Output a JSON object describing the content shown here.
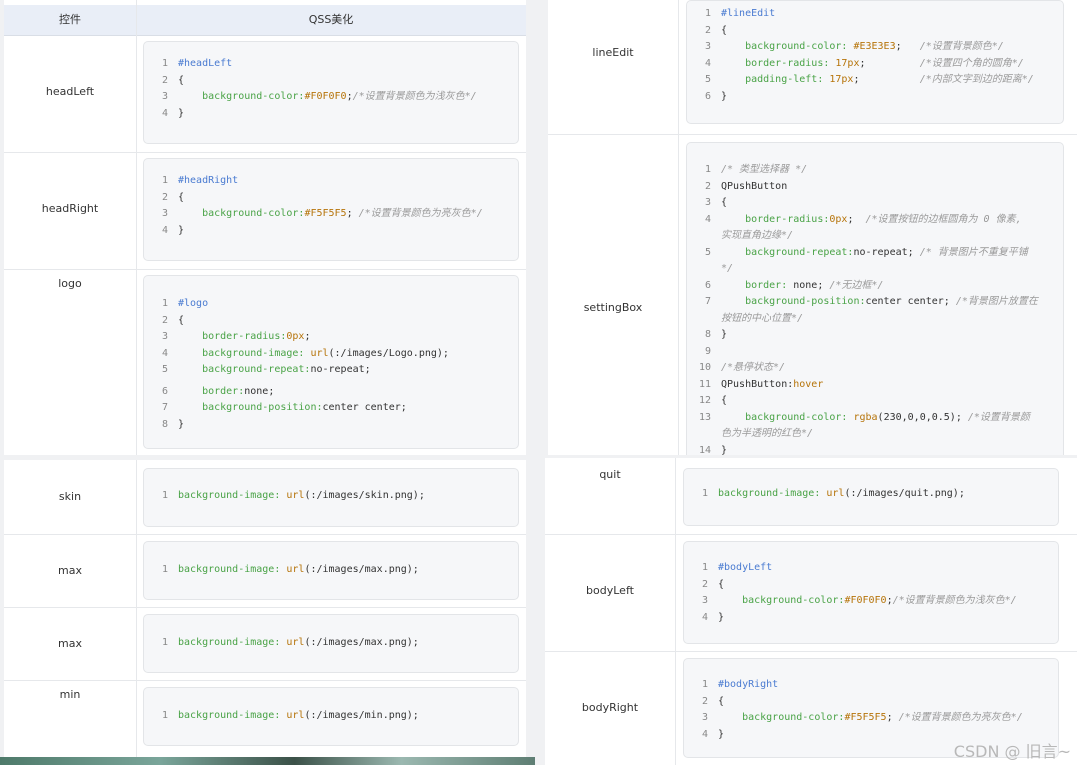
{
  "table_header": {
    "col_widget": "控件",
    "col_qss": "QSS美化"
  },
  "panels": {
    "top_left": {
      "rows": [
        {
          "name": "headLeft",
          "lines": [
            [
              [
                "#headLeft",
                "sel"
              ]
            ],
            [
              [
                "{",
                ""
              ]
            ],
            [
              [
                "    background-color:",
                "prop"
              ],
              [
                "#F0F0F0",
                "val"
              ],
              [
                ";",
                ""
              ],
              [
                "/*设置背景颜色为浅灰色*/",
                "com"
              ]
            ],
            [
              [
                "}",
                ""
              ]
            ]
          ]
        },
        {
          "name": "headRight",
          "lines": [
            [
              [
                "#headRight",
                "sel"
              ]
            ],
            [
              [
                "{",
                ""
              ]
            ],
            [
              [
                "    background-color:",
                "prop"
              ],
              [
                "#F5F5F5",
                "val"
              ],
              [
                "; ",
                ""
              ],
              [
                "/*设置背景颜色为亮灰色*/",
                "com"
              ]
            ],
            [
              [
                "}",
                ""
              ]
            ]
          ]
        },
        {
          "name": "logo",
          "lines": [
            [
              [
                "#logo",
                "sel"
              ]
            ],
            [
              [
                "{",
                ""
              ]
            ],
            [
              [
                "    border-radius:",
                "prop"
              ],
              [
                "0px",
                "val"
              ],
              [
                ";",
                ""
              ]
            ],
            [
              [
                "    background-image: ",
                "prop"
              ],
              [
                "url",
                "val"
              ],
              [
                "(:/images/Logo.png);",
                ""
              ]
            ],
            [
              [
                "    background-repeat:",
                "prop"
              ],
              [
                "no-repeat;",
                ""
              ]
            ],
            [
              [
                "    border:",
                "prop"
              ],
              [
                "none;",
                ""
              ]
            ],
            [
              [
                "    background-position:",
                "prop"
              ],
              [
                "center center;",
                ""
              ]
            ],
            [
              [
                "}",
                ""
              ]
            ]
          ]
        }
      ]
    },
    "top_right": {
      "rows": [
        {
          "name": "lineEdit",
          "lines": [
            [
              [
                "#lineEdit",
                "sel"
              ]
            ],
            [
              [
                "{",
                ""
              ]
            ],
            [
              [
                "    background-color: ",
                "prop"
              ],
              [
                "#E3E3E3",
                "val"
              ],
              [
                ";   ",
                ""
              ],
              [
                "/*设置背景颜色*/",
                "com"
              ]
            ],
            [
              [
                "    border-radius: ",
                "prop"
              ],
              [
                "17px",
                "val"
              ],
              [
                ";         ",
                ""
              ],
              [
                "/*设置四个角的圆角*/",
                "com"
              ]
            ],
            [
              [
                "    padding-left: ",
                "prop"
              ],
              [
                "17px",
                "val"
              ],
              [
                ";          ",
                ""
              ],
              [
                "/*内部文字到边的距离*/",
                "com"
              ]
            ],
            [
              [
                "}",
                ""
              ]
            ]
          ]
        },
        {
          "name": "settingBox",
          "lines": [
            [
              [
                "/* 类型选择器 */",
                "com"
              ]
            ],
            [
              [
                "QPushButton",
                ""
              ]
            ],
            [
              [
                "{",
                ""
              ]
            ],
            [
              [
                "    border-radius:",
                "prop"
              ],
              [
                "0px",
                "val"
              ],
              [
                ";  ",
                ""
              ],
              [
                "/*设置按钮的边框圆角为 0 像素,",
                "com"
              ]
            ],
            [
              [
                "实现直角边缘*/",
                "com"
              ]
            ],
            [
              [
                "    background-repeat:",
                "prop"
              ],
              [
                "no-repeat; ",
                ""
              ],
              [
                "/* 背景图片不重复平铺",
                "com"
              ]
            ],
            [
              [
                "*/",
                "com"
              ]
            ],
            [
              [
                "    border: ",
                "prop"
              ],
              [
                "none; ",
                ""
              ],
              [
                "/*无边框*/",
                "com"
              ]
            ],
            [
              [
                "    background-position:",
                "prop"
              ],
              [
                "center center; ",
                ""
              ],
              [
                "/*背景图片放置在",
                "com"
              ]
            ],
            [
              [
                "按钮的中心位置*/",
                "com"
              ]
            ],
            [
              [
                "}",
                ""
              ]
            ],
            [
              [
                "",
                ""
              ]
            ],
            [
              [
                "/*悬停状态*/",
                "com"
              ]
            ],
            [
              [
                "QPushButton:",
                ""
              ],
              [
                "hover",
                "val"
              ]
            ],
            [
              [
                "{",
                ""
              ]
            ],
            [
              [
                "    background-color: ",
                "prop"
              ],
              [
                "rgba",
                "val"
              ],
              [
                "(230,0,0,0.5); ",
                ""
              ],
              [
                "/*设置背景颜",
                "com"
              ]
            ],
            [
              [
                "色为半透明的红色*/",
                "com"
              ]
            ],
            [
              [
                "}",
                ""
              ]
            ]
          ]
        }
      ]
    },
    "bottom_left": {
      "rows": [
        {
          "name": "skin",
          "lines": [
            [
              [
                "background-image: ",
                "prop"
              ],
              [
                "url",
                "val"
              ],
              [
                "(:/images/skin.png);",
                ""
              ]
            ]
          ]
        },
        {
          "name": "max",
          "lines": [
            [
              [
                "background-image: ",
                "prop"
              ],
              [
                "url",
                "val"
              ],
              [
                "(:/images/max.png);",
                ""
              ]
            ]
          ]
        },
        {
          "name": "max",
          "lines": [
            [
              [
                "background-image: ",
                "prop"
              ],
              [
                "url",
                "val"
              ],
              [
                "(:/images/max.png);",
                ""
              ]
            ]
          ]
        },
        {
          "name": "min",
          "lines": [
            [
              [
                "background-image: ",
                "prop"
              ],
              [
                "url",
                "val"
              ],
              [
                "(:/images/min.png);",
                ""
              ]
            ]
          ]
        }
      ]
    },
    "bottom_right": {
      "rows": [
        {
          "name": "quit",
          "lines": [
            [
              [
                "background-image: ",
                "prop"
              ],
              [
                "url",
                "val"
              ],
              [
                "(:/images/quit.png);",
                ""
              ]
            ]
          ]
        },
        {
          "name": "bodyLeft",
          "lines": [
            [
              [
                "#bodyLeft",
                "sel"
              ]
            ],
            [
              [
                "{",
                ""
              ]
            ],
            [
              [
                "    background-color:",
                "prop"
              ],
              [
                "#F0F0F0",
                "val"
              ],
              [
                ";",
                ""
              ],
              [
                "/*设置背景颜色为浅灰色*/",
                "com"
              ]
            ],
            [
              [
                "}",
                ""
              ]
            ]
          ]
        },
        {
          "name": "bodyRight",
          "lines": [
            [
              [
                "#bodyRight",
                "sel"
              ]
            ],
            [
              [
                "{",
                ""
              ]
            ],
            [
              [
                "    background-color:",
                "prop"
              ],
              [
                "#F5F5F5",
                "val"
              ],
              [
                "; ",
                ""
              ],
              [
                "/*设置背景颜色为亮灰色*/",
                "com"
              ]
            ],
            [
              [
                "}",
                ""
              ]
            ]
          ]
        }
      ]
    }
  },
  "line_numbers": {
    "top_left": [
      [
        "1",
        "2",
        "3",
        "4"
      ],
      [
        "1",
        "2",
        "3",
        "4"
      ],
      [
        "1",
        "2",
        "3",
        "4",
        "5",
        "6",
        "7",
        "8"
      ]
    ],
    "top_right": [
      [
        "1",
        "2",
        "3",
        "4",
        "5",
        "6"
      ],
      [
        "1",
        "2",
        "3",
        "4",
        "",
        "5",
        "",
        "6",
        "7",
        "",
        "8",
        "9",
        "10",
        "11",
        "12",
        "13",
        "",
        "14"
      ]
    ],
    "bottom_left": [
      [
        "1"
      ],
      [
        "1"
      ],
      [
        "1"
      ],
      [
        "1"
      ]
    ],
    "bottom_right": [
      [
        "1"
      ],
      [
        "1",
        "2",
        "3",
        "4"
      ],
      [
        "1",
        "2",
        "3",
        "4"
      ]
    ]
  },
  "watermark": "CSDN @ 旧言~",
  "colors": {
    "selector": "#4a7bd1",
    "property": "#4aa347",
    "value": "#b6740a",
    "comment": "#9a9a9a"
  }
}
